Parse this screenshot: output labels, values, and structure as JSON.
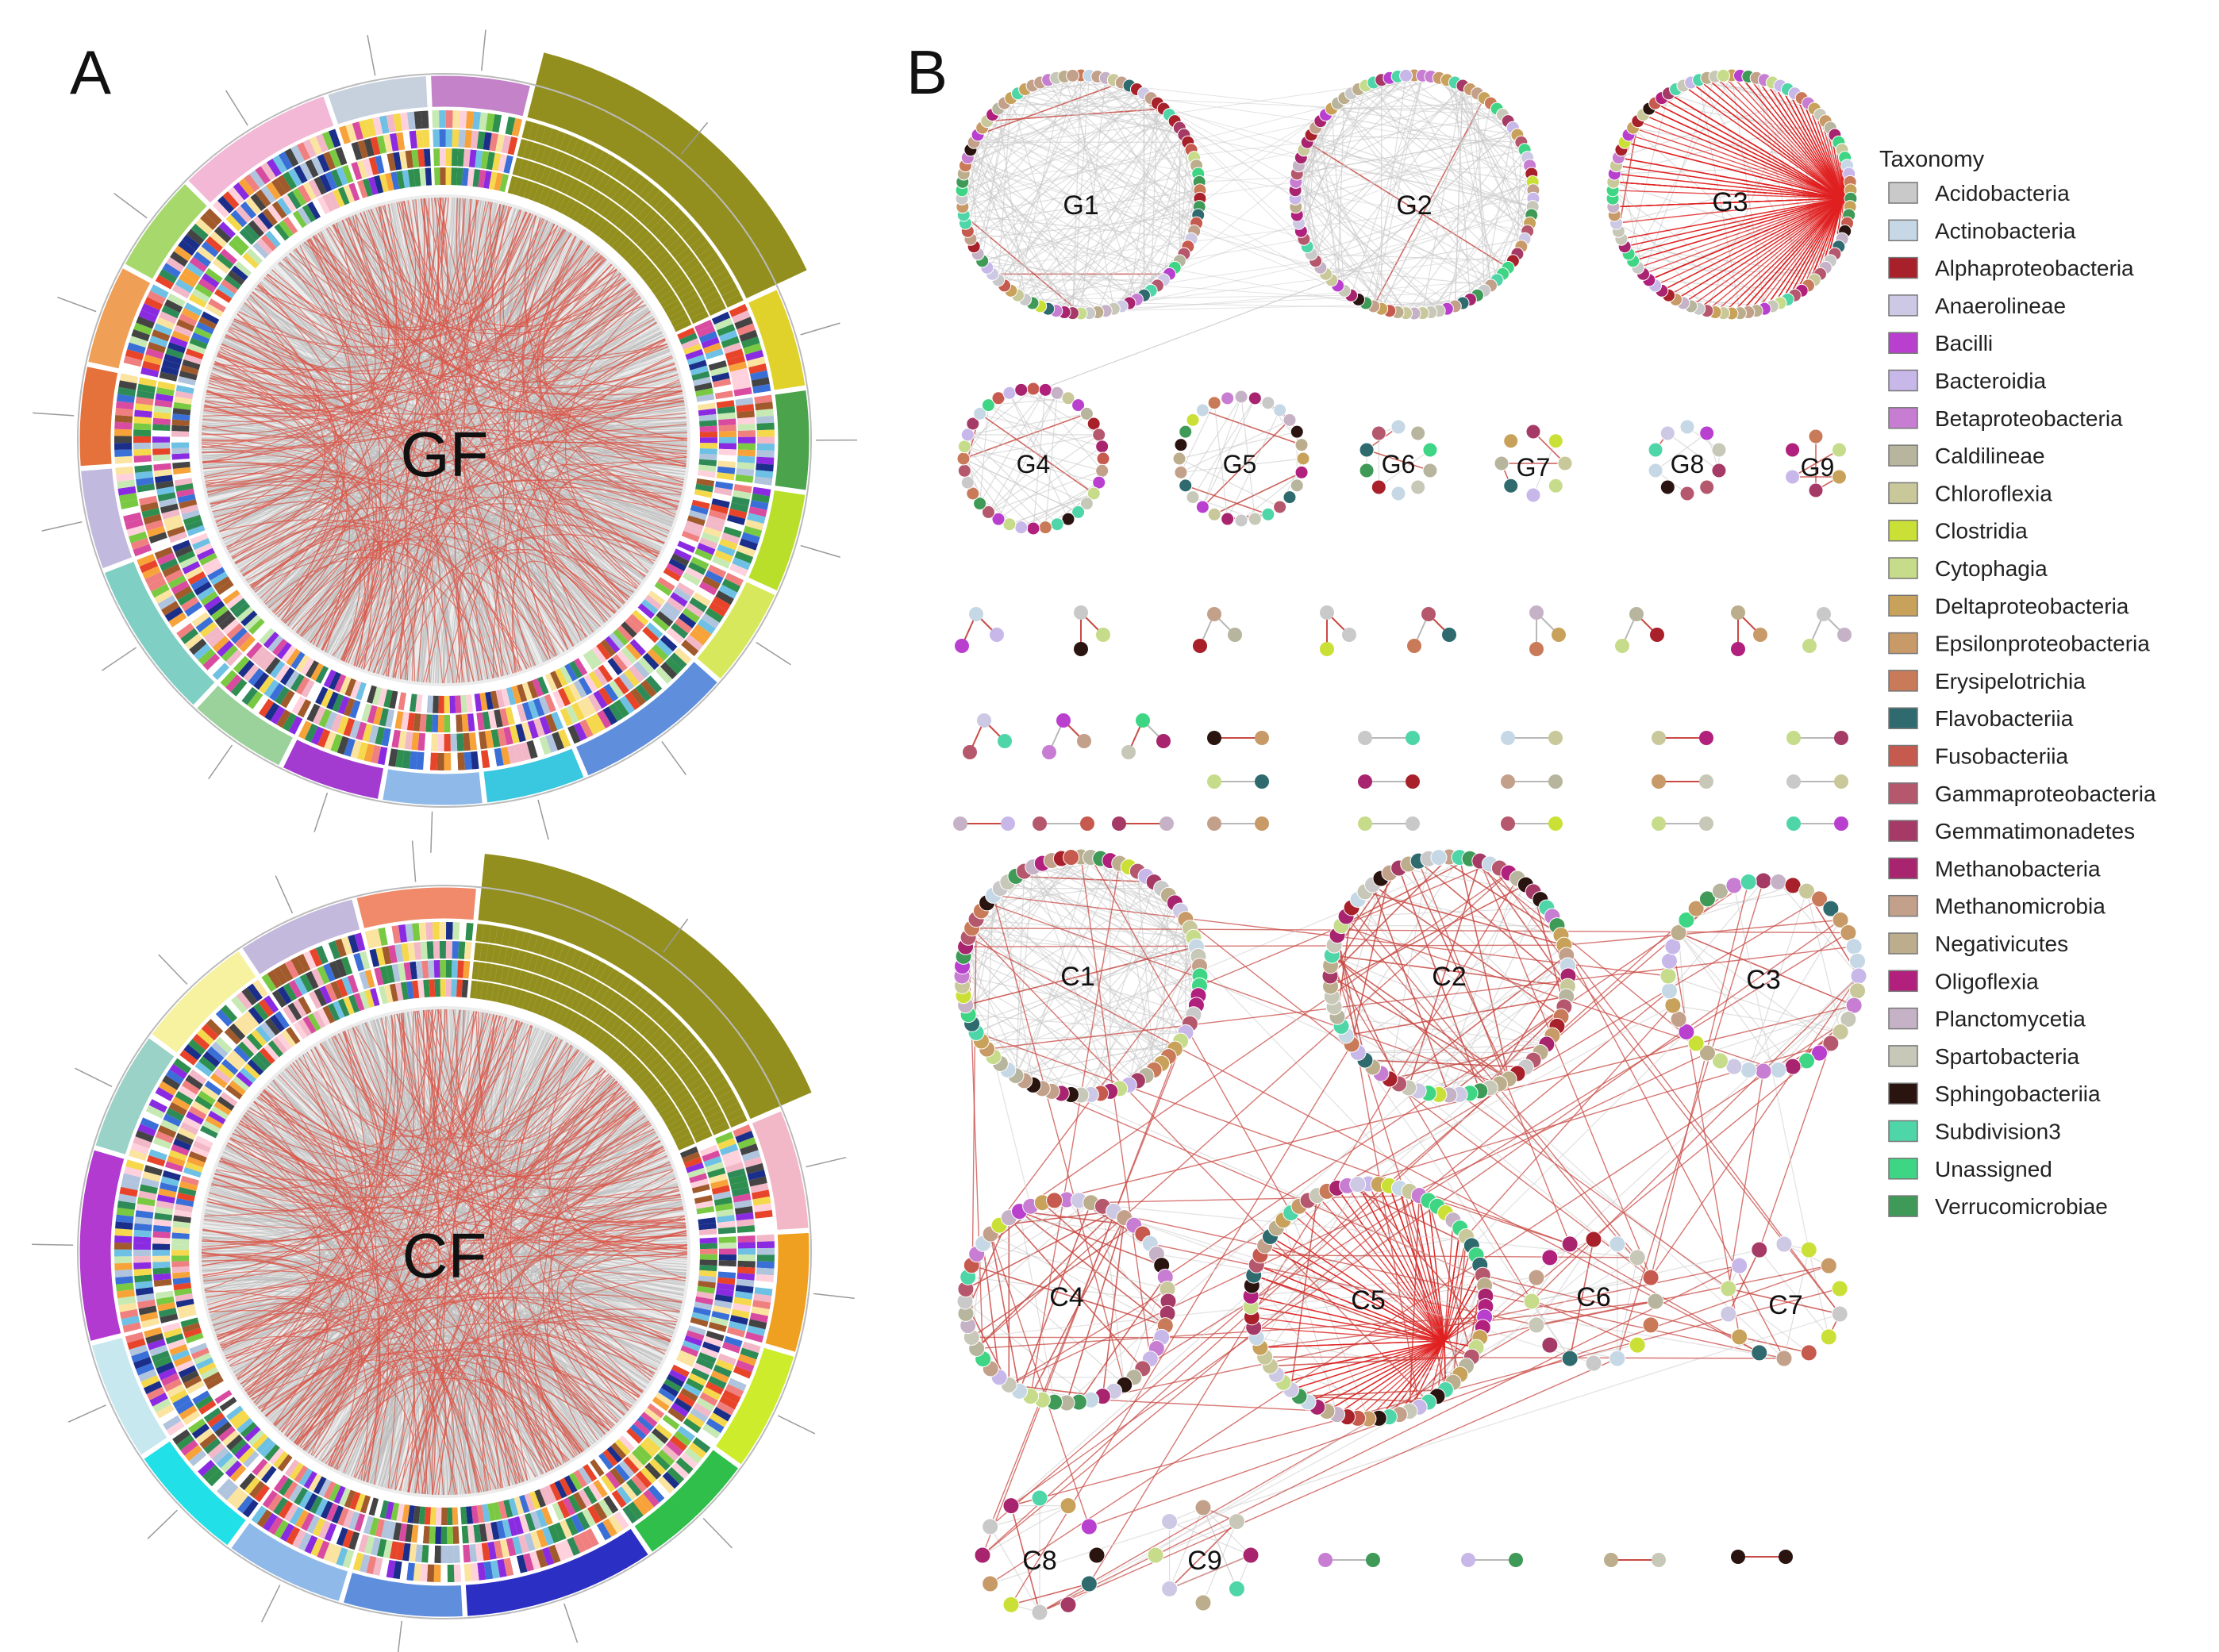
{
  "panels": {
    "A": "A",
    "B": "B"
  },
  "circos": [
    {
      "id": "GF",
      "label": "GF",
      "segments": [
        {
          "color": "#938f1e"
        },
        {
          "color": "#e0d22a"
        },
        {
          "color": "#4ba34b"
        },
        {
          "color": "#b9df2a"
        },
        {
          "color": "#d8e85c"
        },
        {
          "color": "#5f8fdc"
        },
        {
          "color": "#3ac7e0"
        },
        {
          "color": "#8fb9e8"
        },
        {
          "color": "#a43bd1"
        },
        {
          "color": "#9bd29b"
        },
        {
          "color": "#7fcfc4"
        },
        {
          "color": "#c2b9de"
        },
        {
          "color": "#e5713b"
        },
        {
          "color": "#f0a056"
        },
        {
          "color": "#a6d86b"
        },
        {
          "color": "#f3b8d6"
        },
        {
          "color": "#c7d0dd"
        },
        {
          "color": "#c483c9"
        }
      ]
    },
    {
      "id": "CF",
      "label": "CF",
      "segments": [
        {
          "color": "#938f1e"
        },
        {
          "color": "#f2b8c8"
        },
        {
          "color": "#f0a020"
        },
        {
          "color": "#ccec2c"
        },
        {
          "color": "#2fbf4a"
        },
        {
          "color": "#2c2fc4"
        },
        {
          "color": "#5f8fdc"
        },
        {
          "color": "#8fb9e8"
        },
        {
          "color": "#22e0e8"
        },
        {
          "color": "#c8e8f0"
        },
        {
          "color": "#b23ad1"
        },
        {
          "color": "#9bd2c8"
        },
        {
          "color": "#f6f2a0"
        },
        {
          "color": "#c3b9dc"
        },
        {
          "color": "#f08a6a"
        }
      ]
    }
  ],
  "network": {
    "groups_top": [
      {
        "label": "G1"
      },
      {
        "label": "G2"
      },
      {
        "label": "G3"
      },
      {
        "label": "G4"
      },
      {
        "label": "G5"
      },
      {
        "label": "G6"
      },
      {
        "label": "G7"
      },
      {
        "label": "G8"
      },
      {
        "label": "G9"
      }
    ],
    "groups_bottom": [
      {
        "label": "C1"
      },
      {
        "label": "C2"
      },
      {
        "label": "C3"
      },
      {
        "label": "C4"
      },
      {
        "label": "C5"
      },
      {
        "label": "C6"
      },
      {
        "label": "C7"
      },
      {
        "label": "C8"
      },
      {
        "label": "C9"
      }
    ]
  },
  "legend": {
    "title": "Taxonomy",
    "items": [
      {
        "label": "Acidobacteria",
        "color": "#c9c9c9"
      },
      {
        "label": "Actinobacteria",
        "color": "#c6d8e6"
      },
      {
        "label": "Alphaproteobacteria",
        "color": "#a8202a"
      },
      {
        "label": "Anaerolineae",
        "color": "#cdc8e4"
      },
      {
        "label": "Bacilli",
        "color": "#b93fcf"
      },
      {
        "label": "Bacteroidia",
        "color": "#c8b8ea"
      },
      {
        "label": "Betaproteobacteria",
        "color": "#c77dd2"
      },
      {
        "label": "Caldilineae",
        "color": "#b8b59e"
      },
      {
        "label": "Chloroflexia",
        "color": "#c8c89a"
      },
      {
        "label": "Clostridia",
        "color": "#cbe036"
      },
      {
        "label": "Cytophagia",
        "color": "#c6dc8a"
      },
      {
        "label": "Deltaproteobacteria",
        "color": "#c8a25a"
      },
      {
        "label": "Epsilonproteobacteria",
        "color": "#c89a68"
      },
      {
        "label": "Erysipelotrichia",
        "color": "#c97a58"
      },
      {
        "label": "Flavobacteriia",
        "color": "#2e6a6e"
      },
      {
        "label": "Fusobacteriia",
        "color": "#c65a4e"
      },
      {
        "label": "Gammaproteobacteria",
        "color": "#b5586e"
      },
      {
        "label": "Gemmatimonadetes",
        "color": "#a63a66"
      },
      {
        "label": "Methanobacteria",
        "color": "#a8246e"
      },
      {
        "label": "Methanomicrobia",
        "color": "#c3a08a"
      },
      {
        "label": "Negativicutes",
        "color": "#bcae8c"
      },
      {
        "label": "Oligoflexia",
        "color": "#b0207c"
      },
      {
        "label": "Planctomycetia",
        "color": "#c6b2c6"
      },
      {
        "label": "Spartobacteria",
        "color": "#c8c8b8"
      },
      {
        "label": "Sphingobacteriia",
        "color": "#2a1410"
      },
      {
        "label": "Subdivision3",
        "color": "#4fd6a8"
      },
      {
        "label": "Unassigned",
        "color": "#3ed684"
      },
      {
        "label": "Verrucomicrobiae",
        "color": "#3f9a58"
      }
    ]
  }
}
